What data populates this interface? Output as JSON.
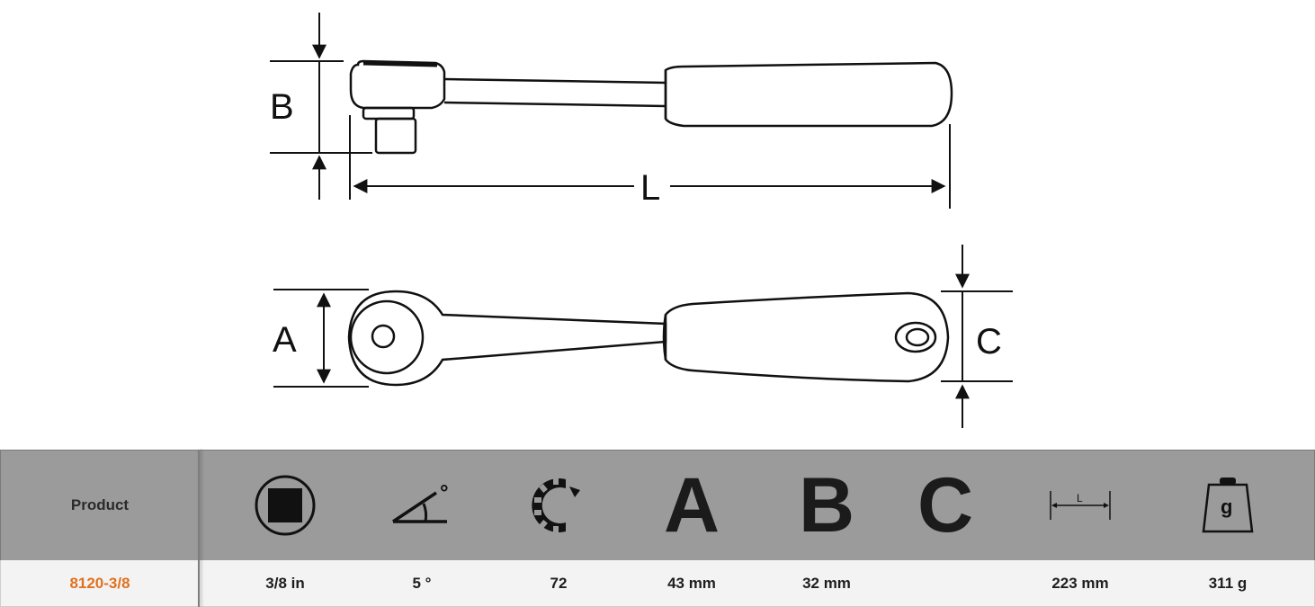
{
  "drawing": {
    "labels": {
      "A": "A",
      "B": "B",
      "C": "C",
      "L": "L"
    }
  },
  "table": {
    "header": {
      "product_label": "Product",
      "icons": [
        "square-drive-icon",
        "angle-degree-icon",
        "gear-teeth-icon",
        "dimension-a-icon",
        "dimension-b-icon",
        "dimension-c-icon",
        "length-l-icon",
        "weight-g-icon"
      ],
      "letters": {
        "A": "A",
        "B": "B",
        "C": "C"
      },
      "length_icon_label": "L",
      "weight_icon_label": "g",
      "angle_icon_label": "°"
    },
    "row": {
      "product": "8120-3/8",
      "drive": "3/8 in",
      "angle": "5 °",
      "teeth": "72",
      "a": "43 mm",
      "b": "32 mm",
      "c": "",
      "length": "223 mm",
      "weight": "311 g"
    }
  },
  "colors": {
    "header_bg": "#9b9b9b",
    "row_bg": "#f3f3f3",
    "product_code": "#e0711f",
    "ink": "#111111"
  }
}
